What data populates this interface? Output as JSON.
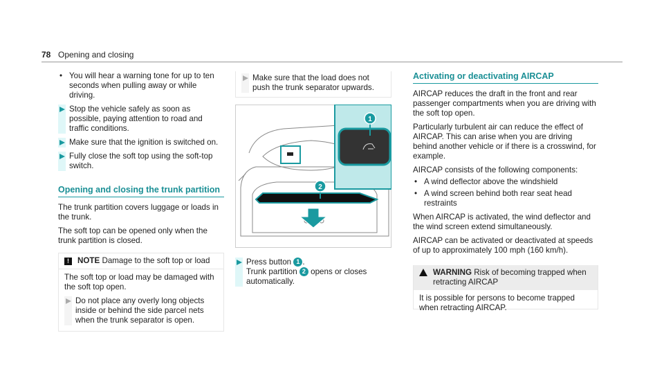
{
  "header": {
    "page_number": "78",
    "section": "Opening and closing"
  },
  "col1": {
    "bullet": "You will hear a warning tone for up to ten seconds when pulling away or while driving.",
    "steps": [
      "Stop the vehicle safely as soon as possible, paying attention to road and traffic conditions.",
      "Make sure that the ignition is switched on.",
      "Fully close the soft top using the soft-top switch."
    ],
    "heading": "Opening and closing the trunk partition",
    "paras": [
      "The trunk partition covers luggage or loads in the trunk.",
      "The soft top can be opened only when the trunk partition is closed."
    ],
    "note": {
      "label": "NOTE",
      "title": "Damage to the soft top or load",
      "body": "The soft top or load may be damaged with the soft top open.",
      "step": "Do not place any overly long objects inside or behind the side parcel nets when the trunk separator is open."
    }
  },
  "col2": {
    "note_step": "Make sure that the load does not push the trunk separator upwards.",
    "figure": {
      "callouts": [
        "1",
        "2"
      ]
    },
    "step_line1": "Press button",
    "step_ref1": "1",
    "step_line2": "Trunk partition",
    "step_ref2": "2",
    "step_line2_end": "opens or closes automatically."
  },
  "col3": {
    "heading": "Activating or deactivating AIRCAP",
    "paras": [
      "AIRCAP reduces the draft in the front and rear passenger compartments when you are driving with the soft top open.",
      "Particularly turbulent air can reduce the effect of AIRCAP. This can arise when you are driving behind another vehicle or if there is a crosswind, for example.",
      "AIRCAP consists of the following components:"
    ],
    "bullets": [
      "A wind deflector above the windshield",
      "A wind screen behind both rear seat head restraints"
    ],
    "paras2": [
      "When AIRCAP is activated, the wind deflector and the wind screen extend simultaneously.",
      "AIRCAP can be activated or deactivated at speeds of up to approximately 100 mph (160 km/h)."
    ],
    "warning": {
      "label": "WARNING",
      "title": "Risk of becoming trapped when retracting AIRCAP",
      "body": "It is possible for persons to become trapped when retracting AIRCAP."
    }
  },
  "colors": {
    "accent": "#1a9aa0"
  }
}
